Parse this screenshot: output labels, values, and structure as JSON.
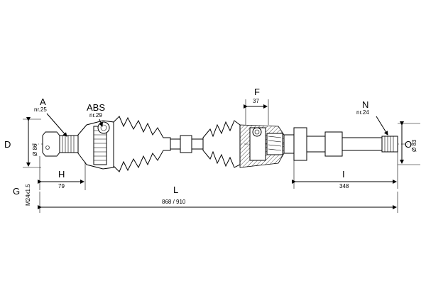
{
  "labels": {
    "A": "A",
    "A_note": "nr.25",
    "ABS": "ABS",
    "ABS_note": "nr.29",
    "F": "F",
    "F_value": "37",
    "N": "N",
    "N_note": "nr.24",
    "D": "D",
    "D_value": "Ø 86",
    "O": "O",
    "O_value": "Ø 83",
    "H": "H",
    "H_value": "79",
    "I": "I",
    "I_value": "348",
    "G": "G",
    "G_value": "M24x1.5",
    "L": "L",
    "L_value": "868 / 910"
  }
}
